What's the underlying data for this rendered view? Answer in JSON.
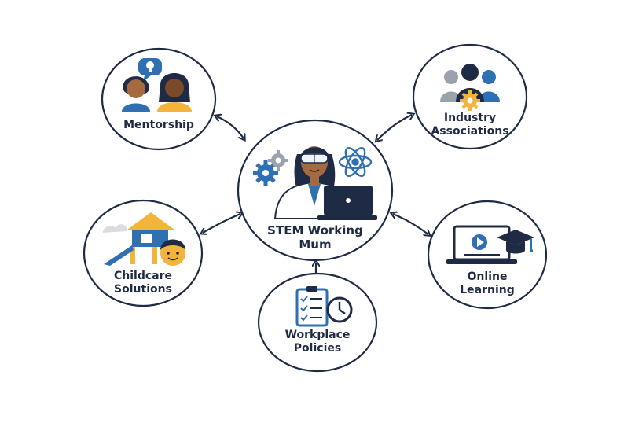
{
  "diagram": {
    "center": {
      "line1": "STEM Working",
      "line2": "Mum",
      "icons": [
        "scientist-icon",
        "gear-icon",
        "atom-icon",
        "laptop-icon"
      ]
    },
    "nodes": {
      "mentorship": {
        "label": "Mentorship",
        "icons": [
          "two-women-icon",
          "lightbulb-speech-bubble-icon"
        ]
      },
      "industry": {
        "line1": "Industry",
        "line2": "Associations",
        "icons": [
          "group-people-icon",
          "gear-icon"
        ]
      },
      "childcare": {
        "line1": "Childcare",
        "line2": "Solutions",
        "icons": [
          "playground-icon",
          "child-face-icon"
        ]
      },
      "online": {
        "line1": "Online",
        "line2": "Learning",
        "icons": [
          "laptop-video-icon",
          "graduation-cap-icon"
        ]
      },
      "workplace": {
        "line1": "Workplace",
        "line2": "Policies",
        "icons": [
          "checklist-clipboard-icon",
          "clock-icon"
        ]
      }
    },
    "colors": {
      "stroke": "#1f2a44",
      "blue": "#2f6fb3",
      "yellow": "#f2b53a",
      "gray": "#9aa3ad",
      "skin": "#a56a3f"
    }
  }
}
